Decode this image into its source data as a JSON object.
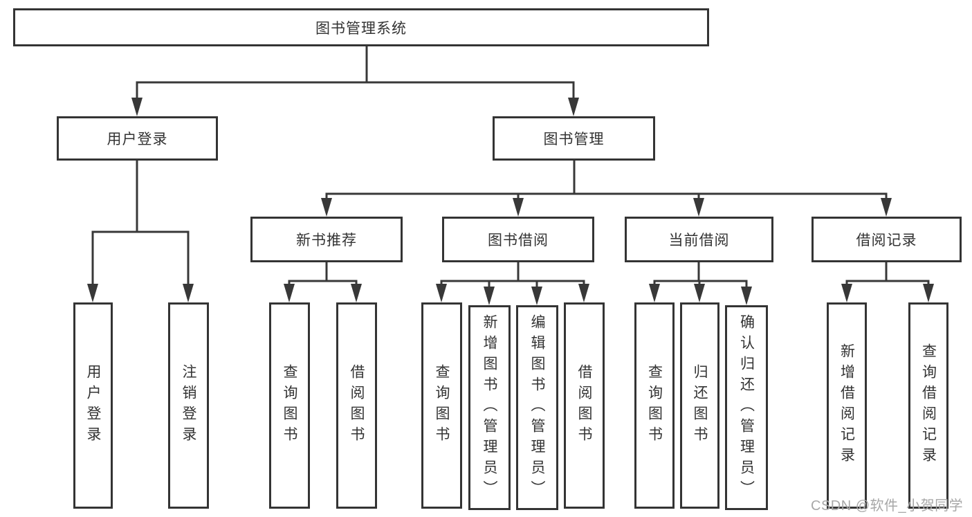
{
  "diagram_title": "图书管理系统",
  "watermark": "CSDN @软件_小贺同学",
  "colors": {
    "background": "#ffffff",
    "line": "#383838",
    "box_border": "#343434",
    "text": "#333333",
    "watermark": "#a7a7a7"
  },
  "nodes": {
    "root": {
      "label": "图书管理系统"
    },
    "user_login": {
      "label": "用户登录"
    },
    "book_mgmt": {
      "label": "图书管理"
    },
    "new_book_rec": {
      "label": "新书推荐"
    },
    "book_borrow": {
      "label": "图书借阅"
    },
    "current_borrow": {
      "label": "当前借阅"
    },
    "borrow_record": {
      "label": "借阅记录"
    },
    "login_sub": {
      "label": "用户登录"
    },
    "logout_sub": {
      "label": "注销登录"
    },
    "rec_query_books": {
      "label": "查询图书"
    },
    "rec_borrow_books": {
      "label": "借阅图书"
    },
    "bb_query_books": {
      "label": "查询图书"
    },
    "bb_add_books": {
      "label": "新增图书（管理员）"
    },
    "bb_edit_books": {
      "label": "编辑图书（管理员）"
    },
    "bb_borrow_books": {
      "label": "借阅图书"
    },
    "cb_query_books": {
      "label": "查询图书"
    },
    "cb_return_books": {
      "label": "归还图书"
    },
    "cb_confirm_return": {
      "label": "确认归还（管理员）"
    },
    "br_add_record": {
      "label": "新增借阅记录"
    },
    "br_query_record": {
      "label": "查询借阅记录"
    }
  }
}
